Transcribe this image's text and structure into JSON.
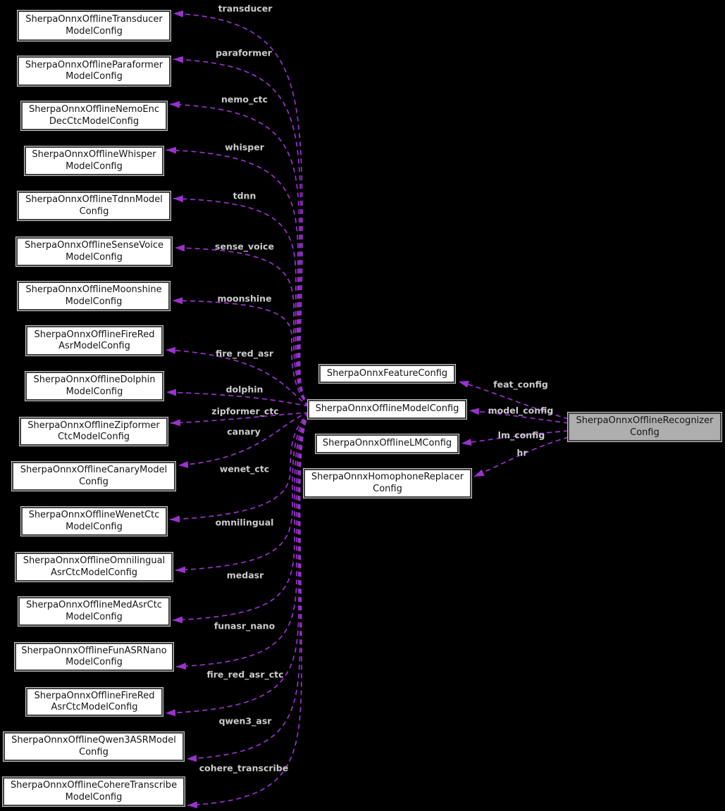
{
  "diagram": {
    "type": "collaboration-graph",
    "colors": {
      "background": "#000000",
      "edge": "#9a32cd",
      "edge_label_text": "#cccccc",
      "node_fill": "#ffffff",
      "node_border": "#424242",
      "node_outline": "#c9c9c9",
      "node_text": "#151515",
      "highlight_fill": "#aeaeae"
    },
    "nodes": {
      "left": [
        {
          "name": "SherpaOnnxOfflineTransducerModelConfig",
          "lines": [
            "SherpaOnnxOfflineTransducer",
            "ModelConfig"
          ],
          "edge_label": "transducer"
        },
        {
          "name": "SherpaOnnxOfflineParaformerModelConfig",
          "lines": [
            "SherpaOnnxOfflineParaformer",
            "ModelConfig"
          ],
          "edge_label": "paraformer"
        },
        {
          "name": "SherpaOnnxOfflineNemoEncDecCtcModelConfig",
          "lines": [
            "SherpaOnnxOfflineNemoEnc",
            "DecCtcModelConfig"
          ],
          "edge_label": "nemo_ctc"
        },
        {
          "name": "SherpaOnnxOfflineWhisperModelConfig",
          "lines": [
            "SherpaOnnxOfflineWhisper",
            "ModelConfig"
          ],
          "edge_label": "whisper"
        },
        {
          "name": "SherpaOnnxOfflineTdnnModelConfig",
          "lines": [
            "SherpaOnnxOfflineTdnnModel",
            "Config"
          ],
          "edge_label": "tdnn"
        },
        {
          "name": "SherpaOnnxOfflineSenseVoiceModelConfig",
          "lines": [
            "SherpaOnnxOfflineSenseVoice",
            "ModelConfig"
          ],
          "edge_label": "sense_voice"
        },
        {
          "name": "SherpaOnnxOfflineMoonshineModelConfig",
          "lines": [
            "SherpaOnnxOfflineMoonshine",
            "ModelConfig"
          ],
          "edge_label": "moonshine"
        },
        {
          "name": "SherpaOnnxOfflineFireRedAsrModelConfig",
          "lines": [
            "SherpaOnnxOfflineFireRed",
            "AsrModelConfig"
          ],
          "edge_label": "fire_red_asr"
        },
        {
          "name": "SherpaOnnxOfflineDolphinModelConfig",
          "lines": [
            "SherpaOnnxOfflineDolphin",
            "ModelConfig"
          ],
          "edge_label": "dolphin"
        },
        {
          "name": "SherpaOnnxOfflineZipformerCtcModelConfig",
          "lines": [
            "SherpaOnnxOfflineZipformer",
            "CtcModelConfig"
          ],
          "edge_label": "zipformer_ctc"
        },
        {
          "name": "SherpaOnnxOfflineCanaryModelConfig",
          "lines": [
            "SherpaOnnxOfflineCanaryModel",
            "Config"
          ],
          "edge_label": "canary"
        },
        {
          "name": "SherpaOnnxOfflineWenetCtcModelConfig",
          "lines": [
            "SherpaOnnxOfflineWenetCtc",
            "ModelConfig"
          ],
          "edge_label": "wenet_ctc"
        },
        {
          "name": "SherpaOnnxOfflineOmnilingualAsrCtcModelConfig",
          "lines": [
            "SherpaOnnxOfflineOmnilingual",
            "AsrCtcModelConfig"
          ],
          "edge_label": "omnilingual"
        },
        {
          "name": "SherpaOnnxOfflineMedAsrCtcModelConfig",
          "lines": [
            "SherpaOnnxOfflineMedAsrCtc",
            "ModelConfig"
          ],
          "edge_label": "medasr"
        },
        {
          "name": "SherpaOnnxOfflineFunASRNanoModelConfig",
          "lines": [
            "SherpaOnnxOfflineFunASRNano",
            "ModelConfig"
          ],
          "edge_label": "funasr_nano"
        },
        {
          "name": "SherpaOnnxOfflineFireRedAsrCtcModelConfig",
          "lines": [
            "SherpaOnnxOfflineFireRed",
            "AsrCtcModelConfig"
          ],
          "edge_label": "fire_red_asr_ctc"
        },
        {
          "name": "SherpaOnnxOfflineQwen3ASRModelConfig",
          "lines": [
            "SherpaOnnxOfflineQwen3ASRModel",
            "Config"
          ],
          "edge_label": "qwen3_asr"
        },
        {
          "name": "SherpaOnnxOfflineCohereTranscribeModelConfig",
          "lines": [
            "SherpaOnnxOfflineCohereTranscribe",
            "ModelConfig"
          ],
          "edge_label": "cohere_transcribe"
        }
      ],
      "middle": [
        {
          "name": "SherpaOnnxFeatureConfig",
          "lines": [
            "SherpaOnnxFeatureConfig"
          ]
        },
        {
          "name": "SherpaOnnxOfflineModelConfig",
          "lines": [
            "SherpaOnnxOfflineModelConfig"
          ]
        },
        {
          "name": "SherpaOnnxOfflineLMConfig",
          "lines": [
            "SherpaOnnxOfflineLMConfig"
          ]
        },
        {
          "name": "SherpaOnnxHomophoneReplacerConfig",
          "lines": [
            "SherpaOnnxHomophoneReplacer",
            "Config"
          ]
        }
      ],
      "right": {
        "name": "SherpaOnnxOfflineRecognizerConfig",
        "lines": [
          "SherpaOnnxOfflineRecognizer",
          "Config"
        ]
      }
    },
    "right_edge_labels": [
      {
        "label": "feat_config"
      },
      {
        "label": "model_config"
      },
      {
        "label": "lm_config"
      },
      {
        "label": "hr"
      }
    ]
  }
}
